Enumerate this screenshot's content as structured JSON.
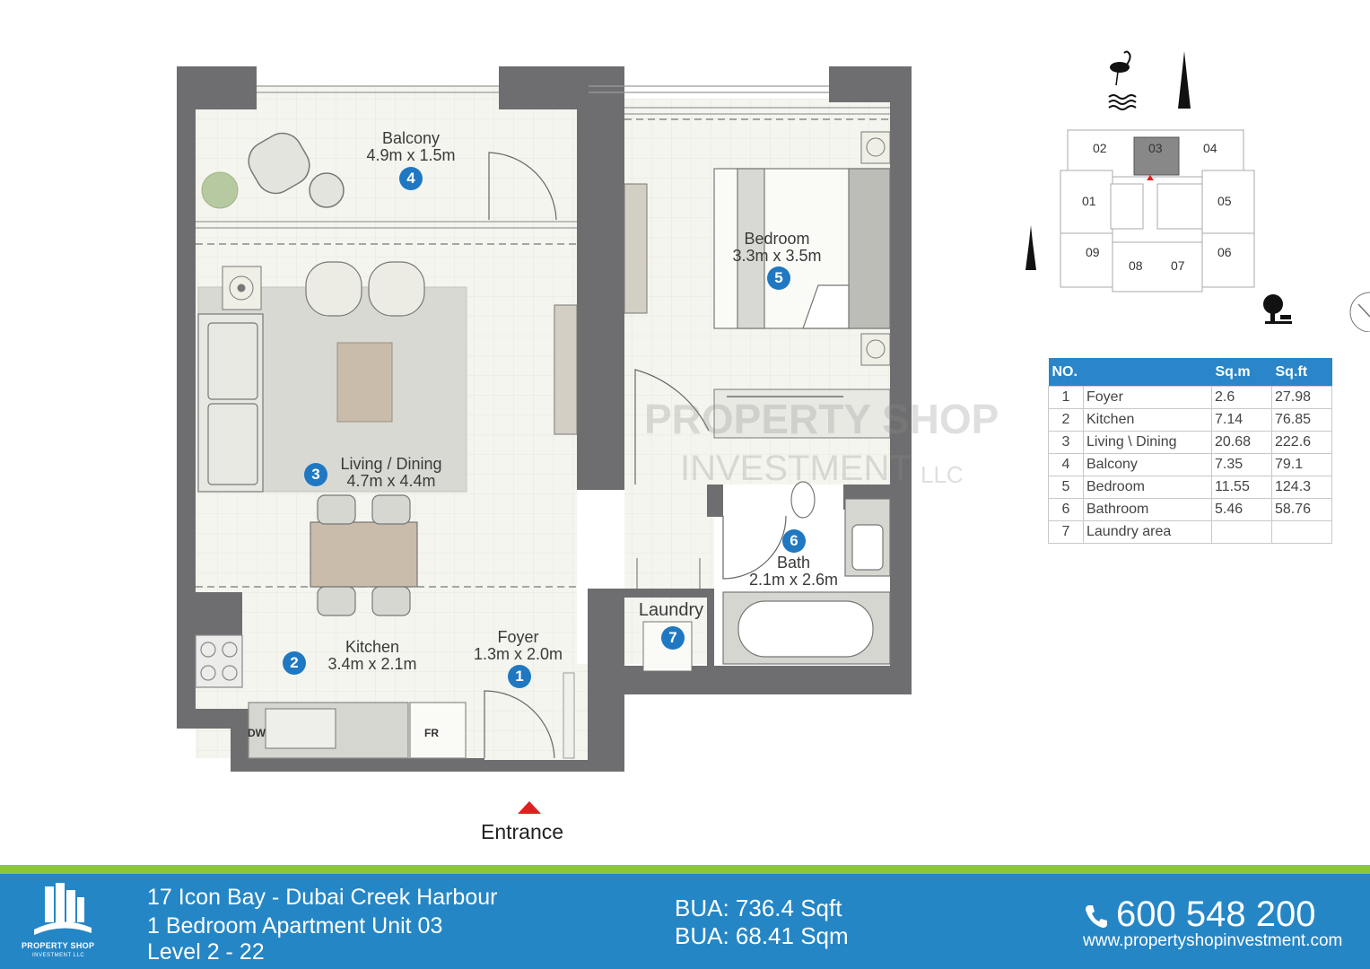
{
  "rooms": {
    "balcony": {
      "name": "Balcony",
      "size": "4.9m x 1.5m",
      "no": "4"
    },
    "bedroom": {
      "name": "Bedroom",
      "size": "3.3m x 3.5m",
      "no": "5"
    },
    "living": {
      "name": "Living / Dining",
      "size": "4.7m x 4.4m",
      "no": "3"
    },
    "kitchen": {
      "name": "Kitchen",
      "size": "3.4m x 2.1m",
      "no": "2"
    },
    "foyer": {
      "name": "Foyer",
      "size": "1.3m x 2.0m",
      "no": "1"
    },
    "bath": {
      "name": "Bath",
      "size": "2.1m x 2.6m",
      "no": "6"
    },
    "laundry": {
      "name": "Laundry",
      "no": "7"
    }
  },
  "appliances": {
    "dw": "DW",
    "fr": "FR"
  },
  "entrance": "Entrance",
  "watermark": {
    "line1": "PROPERTY SHOP",
    "line2": "INVESTMENT",
    "suffix": "LLC"
  },
  "key_plan": {
    "units": [
      "02",
      "03",
      "04",
      "01",
      "05",
      "09",
      "08",
      "07",
      "06"
    ],
    "highlighted": "03",
    "icons": [
      "flamingo-icon",
      "water-icon",
      "tower-icon",
      "tree-icon",
      "compass-icon"
    ]
  },
  "area_table": {
    "headers": [
      "NO.",
      "Sq.m",
      "Sq.ft"
    ],
    "rows": [
      {
        "no": "1",
        "name": "Foyer",
        "sqm": "2.6",
        "sqft": "27.98"
      },
      {
        "no": "2",
        "name": "Kitchen",
        "sqm": "7.14",
        "sqft": "76.85"
      },
      {
        "no": "3",
        "name": "Living \\ Dining",
        "sqm": "20.68",
        "sqft": "222.6"
      },
      {
        "no": "4",
        "name": "Balcony",
        "sqm": "7.35",
        "sqft": "79.1"
      },
      {
        "no": "5",
        "name": "Bedroom",
        "sqm": "11.55",
        "sqft": "124.3"
      },
      {
        "no": "6",
        "name": "Bathroom",
        "sqm": "5.46",
        "sqft": "58.76"
      },
      {
        "no": "7",
        "name": "Laundry area",
        "sqm": "",
        "sqft": ""
      }
    ]
  },
  "footer": {
    "title_line1": "17 Icon Bay - Dubai Creek Harbour",
    "title_line2": "1 Bedroom Apartment Unit 03",
    "title_line3": "Level  2 - 22",
    "bua_sqft": "BUA: 736.4 Sqft",
    "bua_sqm": "BUA: 68.41 Sqm",
    "phone": "600 548 200",
    "website": "www.propertyshopinvestment.com",
    "logo_name": "PROPERTY SHOP",
    "logo_sub": "INVESTMENT LLC"
  },
  "colors": {
    "wall": "#6e6e70",
    "floor": "#f4f4ee",
    "accent": "#2586c6",
    "stripe": "#8cc63f",
    "badge": "#1f78c1",
    "arrow": "#e02020"
  }
}
